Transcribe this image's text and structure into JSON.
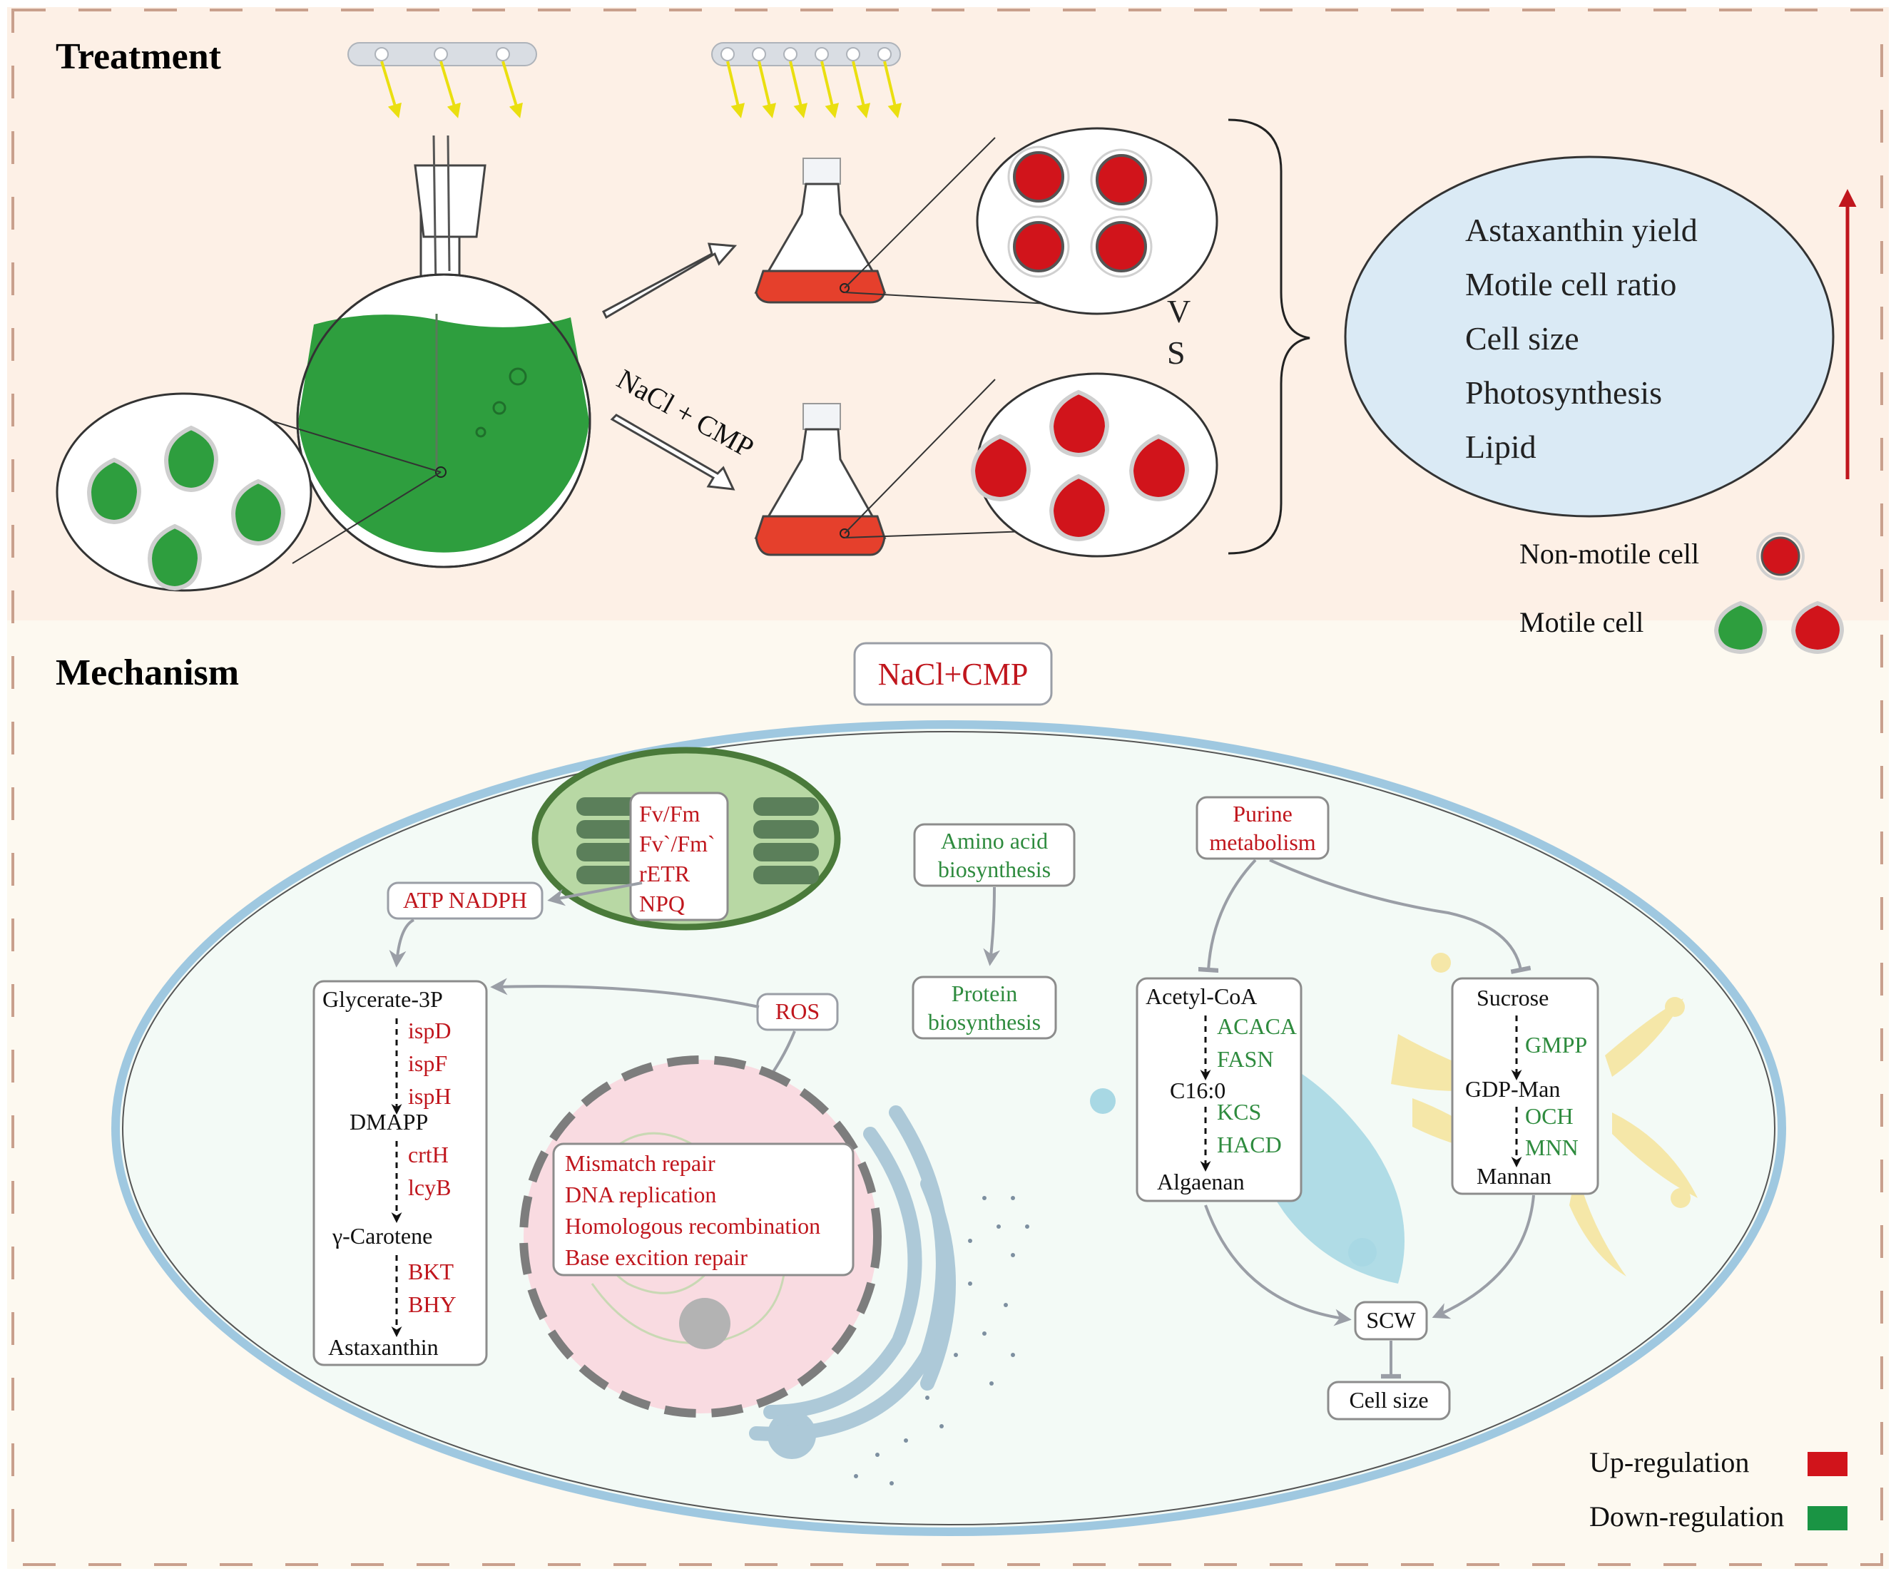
{
  "colors": {
    "top_panel_bg": "#fdf0e6",
    "bottom_panel_bg": "#fdf9f0",
    "cell_fill": "#f3faf6",
    "cell_outline": "#9fc8e0",
    "green_cell": "#2e9e3e",
    "red_cell": "#d1141b",
    "effect_ellipse": "#daeaf5",
    "up_regulation": "#d1141b",
    "down_regulation": "#1a9444",
    "chloroplast": "#b8d8a4",
    "nucleus": "#f9dbe1",
    "arrow_gray": "#9a9ea6",
    "light_ray": "#f3ea1a"
  },
  "sections": {
    "treatment": "Treatment",
    "mechanism": "Mechanism"
  },
  "treatment": {
    "condition_label": "NaCl + CMP",
    "vs_letters": [
      "V",
      "S"
    ],
    "effects": [
      "Astaxanthin yield",
      "Motile cell ratio",
      "Cell size",
      "Photosynthesis",
      "Lipid"
    ],
    "increase_arrow_icon": "up-arrow-icon"
  },
  "cell_legend": {
    "non_motile": "Non-motile cell",
    "motile": "Motile cell"
  },
  "mechanism": {
    "stimulus": "NaCl+CMP",
    "photosynthesis_params": [
      "Fv/Fm",
      "Fv`/Fm`",
      "rETR",
      "NPQ"
    ],
    "atp_nadph": "ATP NADPH",
    "ros": "ROS",
    "astaxanthin_pathway": [
      {
        "text": "Glycerate-3P",
        "type": "metabolite"
      },
      {
        "text": "ispD",
        "type": "gene",
        "reg": "up"
      },
      {
        "text": "ispF",
        "type": "gene",
        "reg": "up"
      },
      {
        "text": "ispH",
        "type": "gene",
        "reg": "up"
      },
      {
        "text": "DMAPP",
        "type": "metabolite"
      },
      {
        "text": "crtH",
        "type": "gene",
        "reg": "up"
      },
      {
        "text": "lcyB",
        "type": "gene",
        "reg": "up"
      },
      {
        "text": "γ-Carotene",
        "type": "metabolite"
      },
      {
        "text": "BKT",
        "type": "gene",
        "reg": "up"
      },
      {
        "text": "BHY",
        "type": "gene",
        "reg": "up"
      },
      {
        "text": "Astaxanthin",
        "type": "metabolite"
      }
    ],
    "dna_processes": [
      "Mismatch repair",
      "DNA replication",
      "Homologous recombination",
      "Base excition repair"
    ],
    "amino_acid": [
      "Amino acid",
      "biosynthesis"
    ],
    "protein": [
      "Protein",
      "biosynthesis"
    ],
    "purine": [
      "Purine",
      "metabolism"
    ],
    "lipid_pathway": [
      {
        "text": "Acetyl-CoA",
        "type": "metabolite"
      },
      {
        "text": "ACACA",
        "type": "gene",
        "reg": "down"
      },
      {
        "text": "FASN",
        "type": "gene",
        "reg": "down"
      },
      {
        "text": "C16:0",
        "type": "metabolite"
      },
      {
        "text": "KCS",
        "type": "gene",
        "reg": "down"
      },
      {
        "text": "HACD",
        "type": "gene",
        "reg": "down"
      },
      {
        "text": "Algaenan",
        "type": "metabolite"
      }
    ],
    "mannan_pathway": [
      {
        "text": "Sucrose",
        "type": "metabolite"
      },
      {
        "text": "GMPP",
        "type": "gene",
        "reg": "down"
      },
      {
        "text": "GDP-Man",
        "type": "metabolite"
      },
      {
        "text": "OCH",
        "type": "gene",
        "reg": "down"
      },
      {
        "text": "MNN",
        "type": "gene",
        "reg": "down"
      },
      {
        "text": "Mannan",
        "type": "metabolite"
      }
    ],
    "scw": "SCW",
    "cell_size": "Cell size"
  },
  "regulation_legend": {
    "up": "Up-regulation",
    "down": "Down-regulation"
  }
}
